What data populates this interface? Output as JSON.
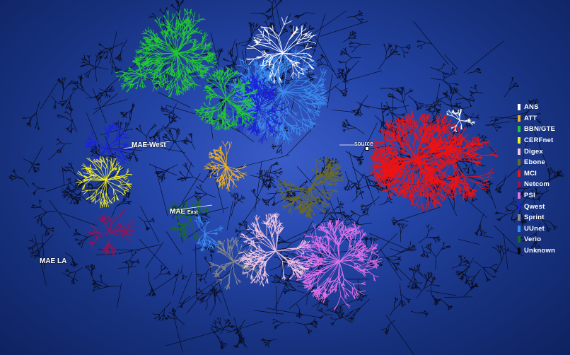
{
  "hubs": {
    "mae_west": "MAE West",
    "mae_east_main": "MAE",
    "mae_east_sub": "East",
    "mae_la": "MAE  LA",
    "source": "source"
  },
  "legend": [
    {
      "label": "ANS",
      "color": "#ffffff"
    },
    {
      "label": "ATT",
      "color": "#f0b020"
    },
    {
      "label": "BBN/GTE",
      "color": "#22c832"
    },
    {
      "label": "CERFnet",
      "color": "#f5f020"
    },
    {
      "label": "Digex",
      "color": "#f2c6e2"
    },
    {
      "label": "Ebone",
      "color": "#6a6a28"
    },
    {
      "label": "MCI",
      "color": "#ee1212"
    },
    {
      "label": "Netcom",
      "color": "#9a1050"
    },
    {
      "label": "PSI",
      "color": "#e070e8"
    },
    {
      "label": "Qwest",
      "color": "#1a22d8"
    },
    {
      "label": "Sprint",
      "color": "#8a8a8a"
    },
    {
      "label": "UUnet",
      "color": "#3a8cf0"
    },
    {
      "label": "Verio",
      "color": "#1a6a2a"
    },
    {
      "label": "Unknown",
      "color": "#05060e"
    }
  ]
}
